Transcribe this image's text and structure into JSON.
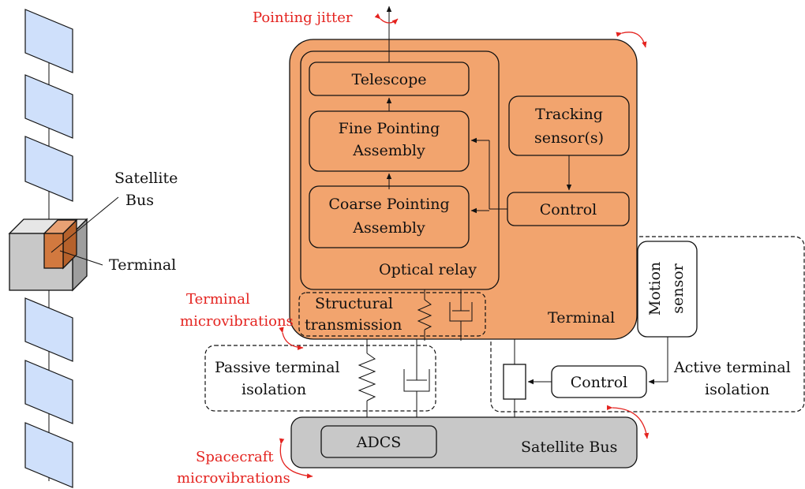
{
  "colors": {
    "terminal_fill": "#f2a46e",
    "terminal_small_fill": "#d2793f",
    "bus_fill": "#c8c8c8",
    "panel_fill": "#cfe0fb",
    "annotation_red": "#e4231f"
  },
  "satellite_sketch": {
    "bus_label_line1": "Satellite",
    "bus_label_line2": "Bus",
    "terminal_label": "Terminal"
  },
  "blocks": {
    "telescope": "Telescope",
    "fine_pointing_line1": "Fine Pointing",
    "fine_pointing_line2": "Assembly",
    "coarse_pointing_line1": "Coarse Pointing",
    "coarse_pointing_line2": "Assembly",
    "tracking_sensor_line1": "Tracking",
    "tracking_sensor_line2": "sensor(s)",
    "control_terminal": "Control",
    "optical_relay": "Optical relay",
    "structural_line1": "Structural",
    "structural_line2": "transmission",
    "terminal": "Terminal",
    "motion_sensor_line1": "Motion",
    "motion_sensor_line2": "sensor",
    "control_active": "Control",
    "passive_line1": "Passive terminal",
    "passive_line2": "isolation",
    "active_line1": "Active terminal",
    "active_line2": "isolation",
    "adcs": "ADCS",
    "satellite_bus": "Satellite Bus"
  },
  "annotations": {
    "pointing_jitter": "Pointing jitter",
    "terminal_micro_line1": "Terminal",
    "terminal_micro_line2": "microvibrations",
    "spacecraft_micro_line1": "Spacecraft",
    "spacecraft_micro_line2": "microvibrations"
  }
}
